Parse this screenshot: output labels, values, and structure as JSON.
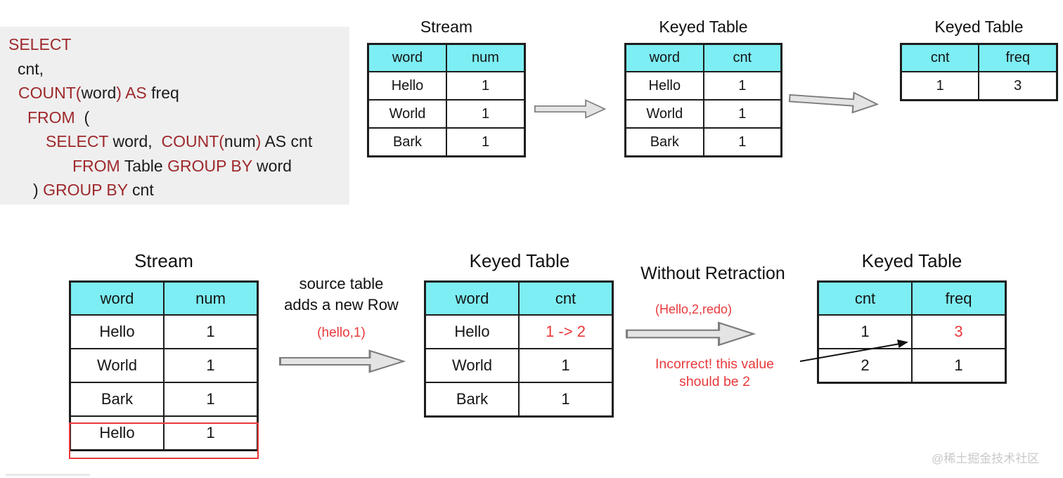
{
  "colors": {
    "keyword_red": "#9e282b",
    "annotation_red": "#e8393c",
    "header_cyan": "#7deef3",
    "table_border": "#1d1d1d",
    "arrow_fill": "#e4e4e4",
    "arrow_stroke": "#7d7d7d",
    "sql_background": "#efefef"
  },
  "sql": {
    "lines": [
      {
        "indent": 0,
        "tokens": [
          {
            "t": "SELECT",
            "c": "kw"
          }
        ]
      },
      {
        "indent": 13,
        "tokens": [
          {
            "t": "cnt,",
            "c": "pl"
          }
        ]
      },
      {
        "indent": 14,
        "tokens": [
          {
            "t": "COUNT(",
            "c": "kw"
          },
          {
            "t": "word",
            "c": "pl"
          },
          {
            "t": ") ",
            "c": "kw"
          },
          {
            "t": "AS",
            "c": "kw"
          },
          {
            "t": " freq",
            "c": "pl"
          }
        ]
      },
      {
        "indent": 27,
        "tokens": [
          {
            "t": "FROM",
            "c": "kw"
          },
          {
            "t": "  (",
            "c": "pl"
          }
        ]
      },
      {
        "indent": 53,
        "tokens": [
          {
            "t": "SELECT",
            "c": "kw"
          },
          {
            "t": " word,  ",
            "c": "pl"
          },
          {
            "t": "COUNT(",
            "c": "kw"
          },
          {
            "t": "num",
            "c": "pl"
          },
          {
            "t": ")",
            "c": "kw"
          },
          {
            "t": " AS cnt",
            "c": "pl"
          }
        ]
      },
      {
        "indent": 91,
        "tokens": [
          {
            "t": "FROM",
            "c": "kw"
          },
          {
            "t": " Table ",
            "c": "pl"
          },
          {
            "t": "GROUP BY",
            "c": "kw"
          },
          {
            "t": " word",
            "c": "pl"
          }
        ]
      },
      {
        "indent": 35,
        "tokens": [
          {
            "t": ") ",
            "c": "pl"
          },
          {
            "t": "GROUP BY",
            "c": "kw"
          },
          {
            "t": " cnt",
            "c": "pl"
          }
        ]
      }
    ]
  },
  "tables": {
    "top_stream": {
      "title": "Stream",
      "headers": [
        "word",
        "num"
      ],
      "rows": [
        [
          "Hello",
          "1"
        ],
        [
          "World",
          "1"
        ],
        [
          "Bark",
          "1"
        ]
      ]
    },
    "top_keyed1": {
      "title": "Keyed Table",
      "headers": [
        "word",
        "cnt"
      ],
      "rows": [
        [
          "Hello",
          "1"
        ],
        [
          "World",
          "1"
        ],
        [
          "Bark",
          "1"
        ]
      ]
    },
    "top_keyed2": {
      "title": "Keyed Table",
      "headers": [
        "cnt",
        "freq"
      ],
      "rows": [
        [
          "1",
          "3"
        ]
      ]
    },
    "bottom_stream": {
      "title": "Stream",
      "headers": [
        "word",
        "num"
      ],
      "rows": [
        [
          "Hello",
          "1"
        ],
        [
          "World",
          "1"
        ],
        [
          "Bark",
          "1"
        ],
        [
          "Hello",
          "1"
        ]
      ]
    },
    "bottom_keyed1": {
      "title": "Keyed Table",
      "headers": [
        "word",
        "cnt"
      ],
      "rows": [
        [
          "Hello",
          "1 -> 2"
        ],
        [
          "World",
          "1"
        ],
        [
          "Bark",
          "1"
        ]
      ],
      "red_cells": [
        [
          0,
          1
        ]
      ]
    },
    "bottom_keyed2": {
      "title": "Keyed Table",
      "headers": [
        "cnt",
        "freq"
      ],
      "rows": [
        [
          "1",
          "3"
        ],
        [
          "2",
          "1"
        ]
      ],
      "red_cells": [
        [
          0,
          1
        ]
      ]
    }
  },
  "labels": {
    "source_table_1": "source table",
    "source_table_2": "adds a new Row",
    "hello1": "(hello,1)",
    "without_retraction": "Without Retraction",
    "hello2redo": "(Hello,2,redo)",
    "incorrect_1": "Incorrect! this value",
    "incorrect_2": "should be 2",
    "watermark": "@稀土掘金技术社区"
  }
}
